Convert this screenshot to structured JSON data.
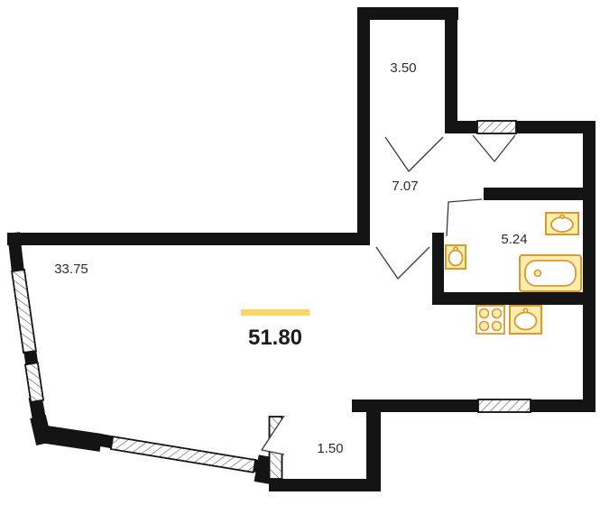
{
  "plan": {
    "total_area_label": "51.80",
    "rooms": [
      {
        "name": "loggia-top",
        "area_label": "3.50"
      },
      {
        "name": "hallway",
        "area_label": "7.07"
      },
      {
        "name": "bathroom",
        "area_label": "5.24"
      },
      {
        "name": "living-room",
        "area_label": "33.75"
      },
      {
        "name": "balcony-bottom",
        "area_label": "1.50"
      }
    ],
    "fixtures": [
      "bathtub",
      "washbasin",
      "hand-basin",
      "stove",
      "kitchen-sink"
    ],
    "colors": {
      "wall": "#141414",
      "fixture_outline": "#d9992e",
      "fixture_fill": "#ffedb0",
      "highlight": "#ffd666",
      "label_text": "#2b2b2b"
    }
  }
}
